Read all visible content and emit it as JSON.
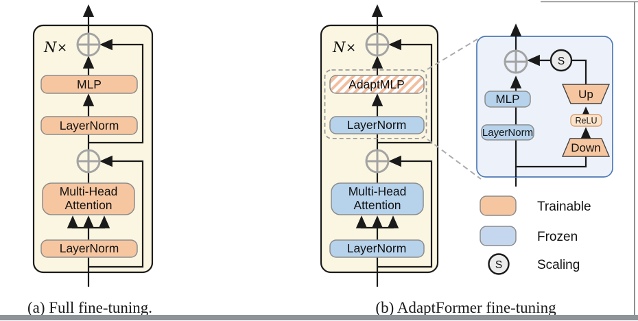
{
  "figure": {
    "caption_a": "(a) Full fine-tuning.",
    "caption_b": "(b) AdaptFormer fine-tuning"
  },
  "panel_a": {
    "repeat_n": "N",
    "repeat_times": "×",
    "mlp": "MLP",
    "layernorm_top": "LayerNorm",
    "attention_line1": "Multi-Head",
    "attention_line2": "Attention",
    "layernorm_bottom": "LayerNorm"
  },
  "panel_b": {
    "repeat_n": "N",
    "repeat_times": "×",
    "adaptmlp": "AdaptMLP",
    "layernorm_top": "LayerNorm",
    "attention_line1": "Multi-Head",
    "attention_line2": "Attention",
    "layernorm_bottom": "LayerNorm"
  },
  "detail": {
    "mlp": "MLP",
    "layernorm": "LayerNorm",
    "up": "Up",
    "relu": "ReLU",
    "down": "Down",
    "scale_symbol": "S"
  },
  "legend": {
    "trainable": "Trainable",
    "frozen": "Frozen",
    "scaling": "Scaling",
    "scale_symbol": "S"
  },
  "colors": {
    "trainable": "#F6C6A0",
    "frozen": "#B7D2EB",
    "frozen_legend": "#C4D7EE",
    "container_bg": "#FBF6E2",
    "detail_bg": "#EDF2FA",
    "detail_border": "#4E79B6",
    "hatch_stripe": "#F2BE9E",
    "hatch_bg": "#FFFFFF",
    "relu_fill": "#FAE3CB",
    "relu_border": "#D89F72",
    "s_fill": "#EBEBEB",
    "page_rule": "#8F8F8F",
    "bottom_bar": "#8E9399"
  }
}
